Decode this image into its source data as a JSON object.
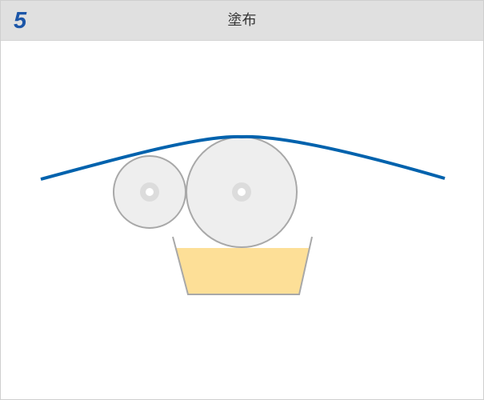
{
  "header": {
    "step_number": "5",
    "title": "塗布"
  },
  "colors": {
    "header_bg": "#e0e0e0",
    "step_number": "#1c56a8",
    "web": "#0062ad",
    "roller_fill": "#eeeeee",
    "roller_stroke": "#a8a8a8",
    "coating_liquid": "#fddf97",
    "tray_stroke": "#a8a8a8"
  },
  "diagram": {
    "elements": [
      "web-film",
      "applicator-roll",
      "backing-roll",
      "coating-tray",
      "coating-liquid"
    ]
  }
}
